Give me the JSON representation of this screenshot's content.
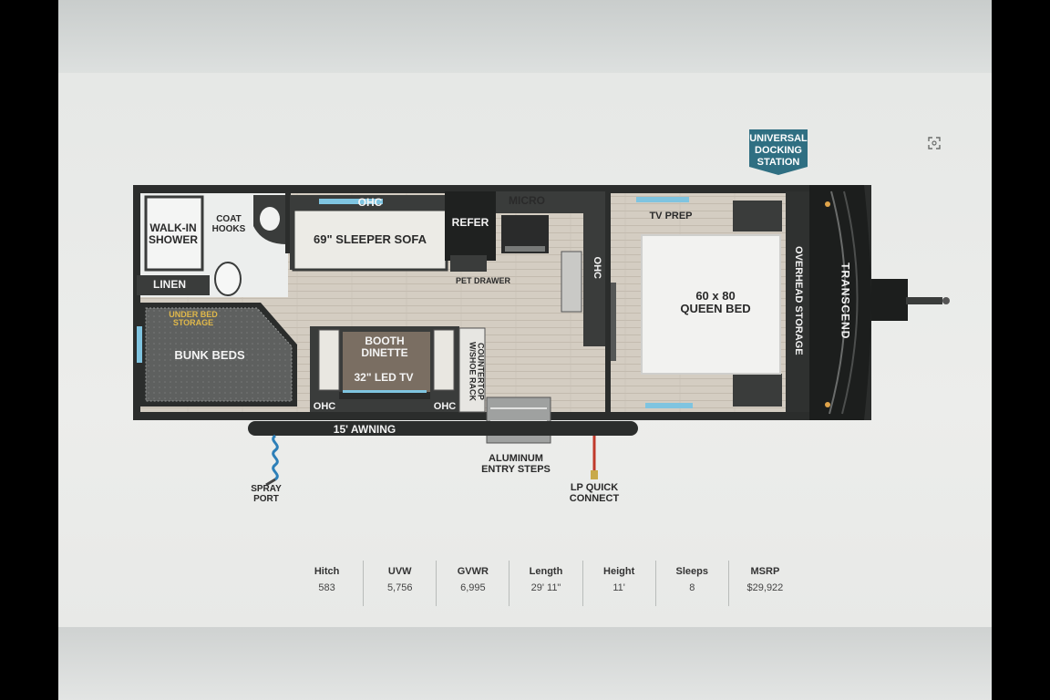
{
  "badge": {
    "text": "UNIVERSAL\nDOCKING\nSTATION",
    "color": "#2f6f82"
  },
  "rooms": {
    "walk_in_shower": "WALK-IN\nSHOWER",
    "coat_hooks": "COAT\nHOOKS",
    "ohc_top": "OHC",
    "sleeper_sofa": "69\" SLEEPER SOFA",
    "refer": "REFER",
    "micro": "MICRO",
    "pet_drawer": "PET DRAWER",
    "tv_prep": "TV PREP",
    "ohc_kitchen": "OHC",
    "queen_bed": "60 x 80\nQUEEN BED",
    "overhead_storage": "OVERHEAD STORAGE",
    "brand": "TRANSCEND",
    "linen": "LINEN",
    "under_bed_storage": "UNDER BED STORAGE",
    "bunk_beds": "BUNK BEDS",
    "booth_dinette": "BOOTH\nDINETTE",
    "led_tv": "32\" LED TV",
    "counter_shoe": "COUNTERTOP\nW/SHOE RACK",
    "ohc_left": "OHC",
    "ohc_right": "OHC"
  },
  "exterior": {
    "awning": "15' AWNING",
    "spray_port": "SPRAY\nPORT",
    "entry_steps": "ALUMINUM\nENTRY STEPS",
    "lp_connect": "LP QUICK\nCONNECT"
  },
  "specs": [
    {
      "label": "Hitch",
      "value": "583"
    },
    {
      "label": "UVW",
      "value": "5,756"
    },
    {
      "label": "GVWR",
      "value": "6,995"
    },
    {
      "label": "Length",
      "value": "29' 11\""
    },
    {
      "label": "Height",
      "value": "11'"
    },
    {
      "label": "Sleeps",
      "value": "8"
    },
    {
      "label": "MSRP",
      "value": "$29,922"
    }
  ],
  "colors": {
    "wall": "#2b2d2c",
    "floor": "#cfc8bd",
    "cabinet": "#3a3c3b",
    "accent_blue": "#7fc4e0",
    "lp_line": "#c0392b",
    "spray_hose": "#2d7fb8"
  }
}
